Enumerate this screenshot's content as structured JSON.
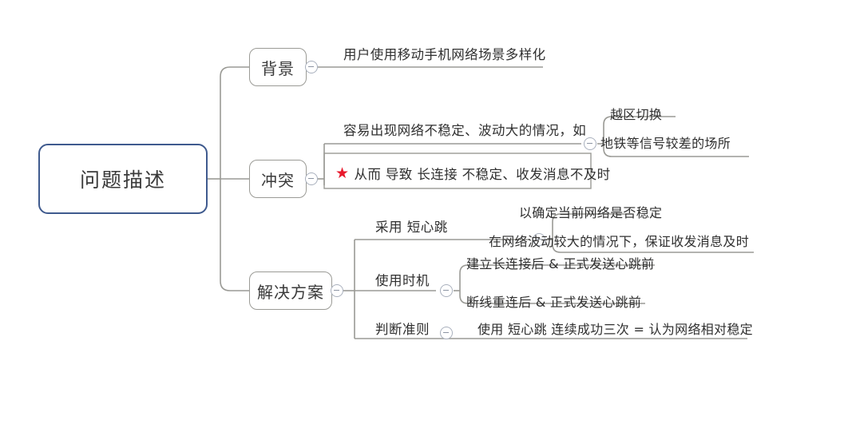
{
  "mindmap": {
    "root": {
      "label": "问题描述"
    },
    "branches": [
      {
        "label": "背景",
        "toggle_icon": "collapse-minus-icon",
        "children": [
          {
            "text": "用户使用移动手机网络场景多样化"
          }
        ]
      },
      {
        "label": "冲突",
        "toggle_icon": "collapse-minus-icon",
        "children": [
          {
            "text": "容易出现网络不稳定、波动大的情况，如",
            "toggle_icon": "collapse-minus-icon",
            "children": [
              {
                "text": "越区切换"
              },
              {
                "text": "地铁等信号较差的场所"
              }
            ]
          },
          {
            "star_icon": "red-star-icon",
            "star_glyph": "★",
            "text": "从而 导致 长连接 不稳定、收发消息不及时"
          }
        ]
      },
      {
        "label": "解决方案",
        "toggle_icon": "collapse-minus-icon",
        "children": [
          {
            "text": "采用 短心跳",
            "toggle_icon": "collapse-minus-icon",
            "children": [
              {
                "text": "以确定当前网络是否稳定"
              },
              {
                "text": "在网络波动较大的情况下，保证收发消息及时"
              }
            ]
          },
          {
            "text": "使用时机",
            "toggle_icon": "collapse-minus-icon",
            "children": [
              {
                "text": "建立长连接后 & 正式发送心跳前"
              },
              {
                "text": "断线重连后 & 正式发送心跳前"
              }
            ]
          },
          {
            "text": "判断准则",
            "toggle_icon": "collapse-minus-icon",
            "children": [
              {
                "text": "使用 短心跳 连续成功三次 = 认为网络相对稳定"
              }
            ]
          }
        ]
      }
    ],
    "colors": {
      "root_border": "#3f5a8e",
      "node_border": "#9b9b96",
      "wire": "#9a9a95",
      "text": "#2f2f2f",
      "star": "#e8192c",
      "toggle_stroke": "#a9b0bd",
      "background": "#ffffff"
    }
  }
}
